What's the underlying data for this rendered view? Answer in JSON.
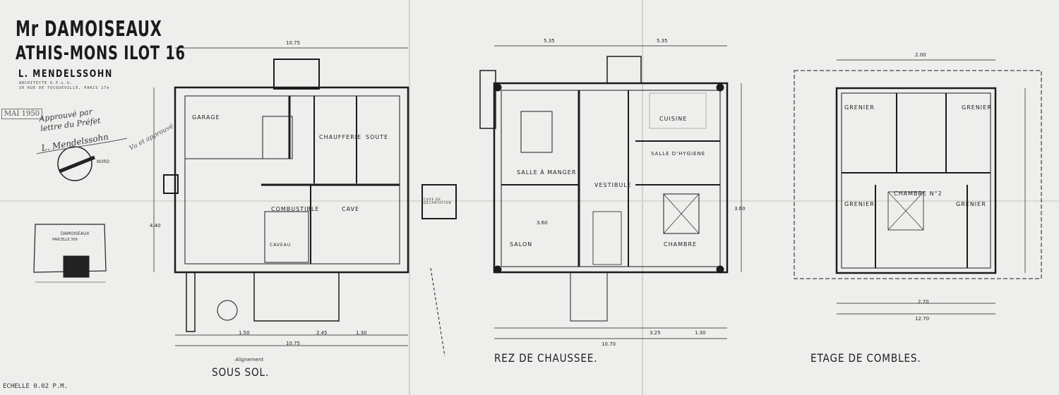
{
  "header": {
    "client": "Mr DAMOISEAUX",
    "site": "ATHIS-MONS ILOT 16",
    "architect": "L. MENDELSSOHN",
    "architect_title": "ARCHITECTE D.P.L.G.",
    "architect_address": "30 RUE DE TOCQUEVILLE, PARIS 17e"
  },
  "annotations": {
    "date_stamp": "MAI 1950",
    "approval": "Approuvé par lettre du Préfet",
    "signature": "L. Mendelssohn",
    "scrawl": "Vu et approuvé",
    "north": "NORD",
    "scale": "ECHELLE 0.02 P.M.",
    "alignment": "Alignement"
  },
  "lot_plan": {
    "title": "DAMOISEAUX",
    "parcel": "PARCELLE 309"
  },
  "plans": {
    "basement": {
      "title": "SOUS SOL.",
      "rooms": {
        "garage": "GARAGE",
        "chaufferie": "CHAUFFERIE",
        "soute": "SOUTE",
        "combustible": "COMBUSTIBLE",
        "cave": "CAVE",
        "caveau": "CAVEAU",
        "cuve": "CUVE DE DÉCANTATION"
      }
    },
    "ground": {
      "title": "REZ DE CHAUSSEE.",
      "rooms": {
        "salle": "SALLE À MANGER",
        "cuisine": "CUISINE",
        "salon": "SALON",
        "vestibule": "VESTIBULE",
        "chambre": "CHAMBRE",
        "bains": "SALLE D'HYGIENE"
      }
    },
    "attic": {
      "title": "ETAGE DE COMBLES.",
      "rooms": {
        "grenier1": "GRENIER",
        "grenier2": "GRENIER",
        "grenier3": "GRENIER",
        "grenier4": "GRENIER",
        "chambre2": "CHAMBRE N°2"
      }
    }
  },
  "dimensions": {
    "b_top_total": "10.75",
    "b_bot_total": "10.75",
    "b_bot_a": "1.50",
    "b_bot_b": "2.45",
    "b_bot_c": "1.30",
    "b_side": "4.40",
    "g_top_total": "5.35",
    "g_top_right": "5.35",
    "g_bot_total": "10.70",
    "g_bot_a": "3.25",
    "g_bot_b": "1.30",
    "g_salon": "3.60",
    "g_chambre": "3.60",
    "a_top": "2.00",
    "a_bot": "2.70",
    "a_total": "12.70"
  },
  "colors": {
    "paper": "#eeeeec",
    "ink": "#1b1b1b"
  }
}
